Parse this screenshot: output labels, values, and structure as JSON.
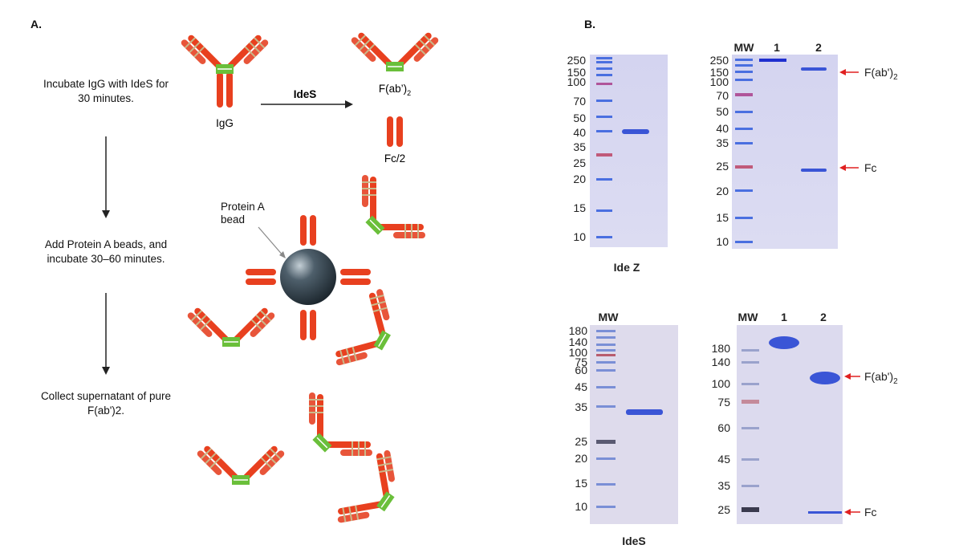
{
  "panel_a": {
    "label": "A.",
    "steps": [
      "Incubate IgG with IdeS for 30 minutes.",
      "Add  Protein A beads, and incubate 30–60 minutes.",
      "Collect supernatant of pure F(ab')2."
    ],
    "igg_label": "IgG",
    "enzyme_label": "IdeS",
    "fab2_label": "F(ab’)",
    "fab2_sub": "2",
    "fc_label": "Fc/2",
    "bead_label": "Protein A bead"
  },
  "panel_b": {
    "label": "B.",
    "gel1": {
      "caption": "Ide Z",
      "ticks": [
        "250",
        "150",
        "100",
        "70",
        "50",
        "40",
        "35",
        "25",
        "20",
        "15",
        "10"
      ]
    },
    "gel2": {
      "lanes": [
        "MW",
        "1",
        "2"
      ],
      "ticks": [
        "250",
        "150",
        "100",
        "70",
        "50",
        "40",
        "35",
        "25",
        "20",
        "15",
        "10"
      ],
      "arrows": [
        "F(ab')",
        "Fc"
      ],
      "arrow_sub": "2"
    },
    "gel3": {
      "caption": "IdeS",
      "lanes": [
        "MW"
      ],
      "ticks": [
        "180",
        "140",
        "100",
        "75",
        "60",
        "45",
        "35",
        "25",
        "20",
        "15",
        "10"
      ]
    },
    "gel4": {
      "lanes": [
        "MW",
        "1",
        "2"
      ],
      "ticks": [
        "180",
        "140",
        "100",
        "75",
        "60",
        "45",
        "35",
        "25"
      ],
      "arrows": [
        "F(ab')",
        "Fc"
      ],
      "arrow_sub": "2"
    }
  },
  "colors": {
    "heavy_chain": "#e8401f",
    "light_chain": "#e8553a",
    "stripe": "#c9b88a",
    "hinge": "#6abf3a",
    "gel_bg": "#d9d9f0",
    "band": "#3a55d6",
    "arrow": "#e02020"
  }
}
